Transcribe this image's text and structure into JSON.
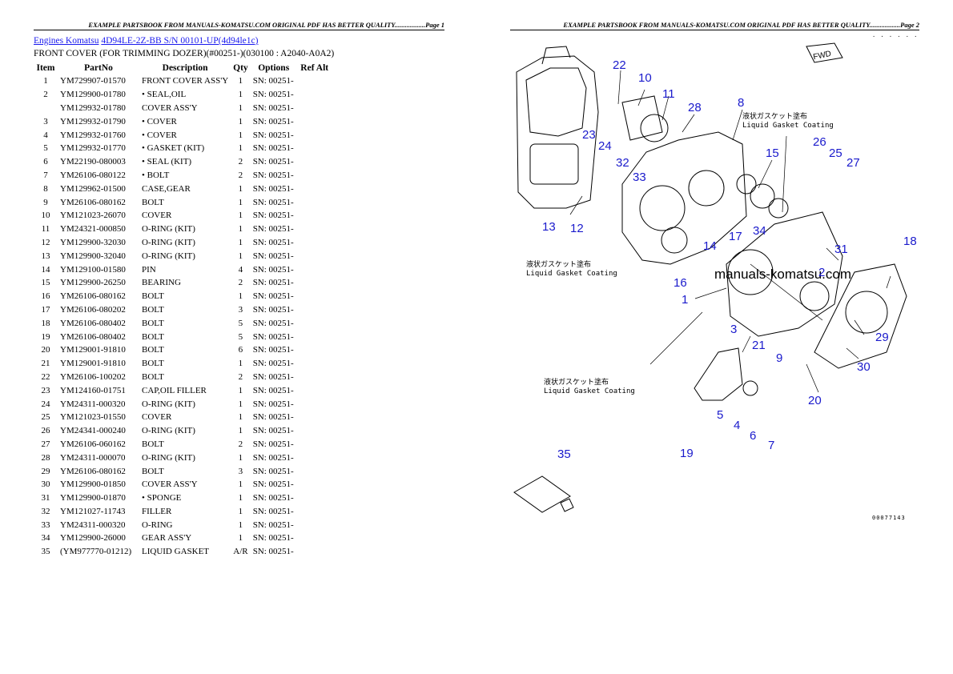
{
  "header": {
    "left": "EXAMPLE PARTSBOOK FROM MANUALS-KOMATSU.COM ORIGINAL PDF HAS BETTER QUALITY..................Page 1",
    "right": "EXAMPLE PARTSBOOK FROM MANUALS-KOMATSU.COM ORIGINAL PDF HAS BETTER QUALITY..................Page 2"
  },
  "breadcrumb": {
    "link1": "Engines Komatsu",
    "link2": "4D94LE-2Z-BB S/N 00101-UP(4d94le1c)"
  },
  "subtitle": "FRONT COVER (FOR TRIMMING DOZER)(#00251-)(030100 : A2040-A0A2)",
  "table": {
    "headers": [
      "Item",
      "PartNo",
      "Description",
      "Qty",
      "Options",
      "Ref Alt"
    ],
    "rows": [
      {
        "item": "1",
        "partno": "YM729907-01570",
        "desc": "FRONT COVER ASS'Y",
        "qty": "1",
        "opt": "SN: 00251-"
      },
      {
        "item": "2",
        "partno": "YM129900-01780",
        "desc": "• SEAL,OIL",
        "qty": "1",
        "opt": "SN: 00251-"
      },
      {
        "item": "",
        "partno": "YM129932-01780",
        "desc": "COVER ASS'Y",
        "qty": "1",
        "opt": "SN: 00251-"
      },
      {
        "item": "3",
        "partno": "YM129932-01790",
        "desc": "• COVER",
        "qty": "1",
        "opt": "SN: 00251-"
      },
      {
        "item": "4",
        "partno": "YM129932-01760",
        "desc": "• COVER",
        "qty": "1",
        "opt": "SN: 00251-"
      },
      {
        "item": "5",
        "partno": "YM129932-01770",
        "desc": "• GASKET (KIT)",
        "qty": "1",
        "opt": "SN: 00251-"
      },
      {
        "item": "6",
        "partno": "YM22190-080003",
        "desc": "• SEAL (KIT)",
        "qty": "2",
        "opt": "SN: 00251-"
      },
      {
        "item": "7",
        "partno": "YM26106-080122",
        "desc": "• BOLT",
        "qty": "2",
        "opt": "SN: 00251-"
      },
      {
        "item": "8",
        "partno": "YM129962-01500",
        "desc": "CASE,GEAR",
        "qty": "1",
        "opt": "SN: 00251-"
      },
      {
        "item": "9",
        "partno": "YM26106-080162",
        "desc": "BOLT",
        "qty": "1",
        "opt": "SN: 00251-"
      },
      {
        "item": "10",
        "partno": "YM121023-26070",
        "desc": "COVER",
        "qty": "1",
        "opt": "SN: 00251-"
      },
      {
        "item": "11",
        "partno": "YM24321-000850",
        "desc": "O-RING (KIT)",
        "qty": "1",
        "opt": "SN: 00251-"
      },
      {
        "item": "12",
        "partno": "YM129900-32030",
        "desc": "O-RING (KIT)",
        "qty": "1",
        "opt": "SN: 00251-"
      },
      {
        "item": "13",
        "partno": "YM129900-32040",
        "desc": "O-RING (KIT)",
        "qty": "1",
        "opt": "SN: 00251-"
      },
      {
        "item": "14",
        "partno": "YM129100-01580",
        "desc": "PIN",
        "qty": "4",
        "opt": "SN: 00251-"
      },
      {
        "item": "15",
        "partno": "YM129900-26250",
        "desc": "BEARING",
        "qty": "2",
        "opt": "SN: 00251-"
      },
      {
        "item": "16",
        "partno": "YM26106-080162",
        "desc": "BOLT",
        "qty": "1",
        "opt": "SN: 00251-"
      },
      {
        "item": "17",
        "partno": "YM26106-080202",
        "desc": "BOLT",
        "qty": "3",
        "opt": "SN: 00251-"
      },
      {
        "item": "18",
        "partno": "YM26106-080402",
        "desc": "BOLT",
        "qty": "5",
        "opt": "SN: 00251-"
      },
      {
        "item": "19",
        "partno": "YM26106-080402",
        "desc": "BOLT",
        "qty": "5",
        "opt": "SN: 00251-"
      },
      {
        "item": "20",
        "partno": "YM129001-91810",
        "desc": "BOLT",
        "qty": "6",
        "opt": "SN: 00251-"
      },
      {
        "item": "21",
        "partno": "YM129001-91810",
        "desc": "BOLT",
        "qty": "1",
        "opt": "SN: 00251-"
      },
      {
        "item": "22",
        "partno": "YM26106-100202",
        "desc": "BOLT",
        "qty": "2",
        "opt": "SN: 00251-"
      },
      {
        "item": "23",
        "partno": "YM124160-01751",
        "desc": "CAP,OIL FILLER",
        "qty": "1",
        "opt": "SN: 00251-"
      },
      {
        "item": "24",
        "partno": "YM24311-000320",
        "desc": "O-RING (KIT)",
        "qty": "1",
        "opt": "SN: 00251-"
      },
      {
        "item": "25",
        "partno": "YM121023-01550",
        "desc": "COVER",
        "qty": "1",
        "opt": "SN: 00251-"
      },
      {
        "item": "26",
        "partno": "YM24341-000240",
        "desc": "O-RING (KIT)",
        "qty": "1",
        "opt": "SN: 00251-"
      },
      {
        "item": "27",
        "partno": "YM26106-060162",
        "desc": "BOLT",
        "qty": "2",
        "opt": "SN: 00251-"
      },
      {
        "item": "28",
        "partno": "YM24311-000070",
        "desc": "O-RING (KIT)",
        "qty": "1",
        "opt": "SN: 00251-"
      },
      {
        "item": "29",
        "partno": "YM26106-080162",
        "desc": "BOLT",
        "qty": "3",
        "opt": "SN: 00251-"
      },
      {
        "item": "30",
        "partno": "YM129900-01850",
        "desc": "COVER ASS'Y",
        "qty": "1",
        "opt": "SN: 00251-"
      },
      {
        "item": "31",
        "partno": "YM129900-01870",
        "desc": "• SPONGE",
        "qty": "1",
        "opt": "SN: 00251-"
      },
      {
        "item": "32",
        "partno": "YM121027-11743",
        "desc": "FILLER",
        "qty": "1",
        "opt": "SN: 00251-"
      },
      {
        "item": "33",
        "partno": "YM24311-000320",
        "desc": "O-RING",
        "qty": "1",
        "opt": "SN: 00251-"
      },
      {
        "item": "34",
        "partno": "YM129900-26000",
        "desc": "GEAR ASS'Y",
        "qty": "1",
        "opt": "SN: 00251-"
      },
      {
        "item": "35",
        "partno": "(YM977770-01212)",
        "desc": "LIQUID GASKET",
        "qty": "A/R",
        "opt": "SN: 00251-"
      }
    ]
  },
  "diagram": {
    "watermark": "manuals-komatsu.com",
    "fwd_label": "FWD",
    "jp_label": "液状ガスケット塗布",
    "en_label": "Liquid Gasket Coating",
    "drawing_no": "00077143",
    "callouts": [
      "1",
      "2",
      "3",
      "4",
      "5",
      "6",
      "7",
      "8",
      "9",
      "10",
      "11",
      "12",
      "13",
      "14",
      "15",
      "16",
      "17",
      "18",
      "19",
      "20",
      "21",
      "22",
      "23",
      "24",
      "25",
      "26",
      "27",
      "28",
      "29",
      "30",
      "31",
      "32",
      "33",
      "34",
      "35"
    ]
  }
}
